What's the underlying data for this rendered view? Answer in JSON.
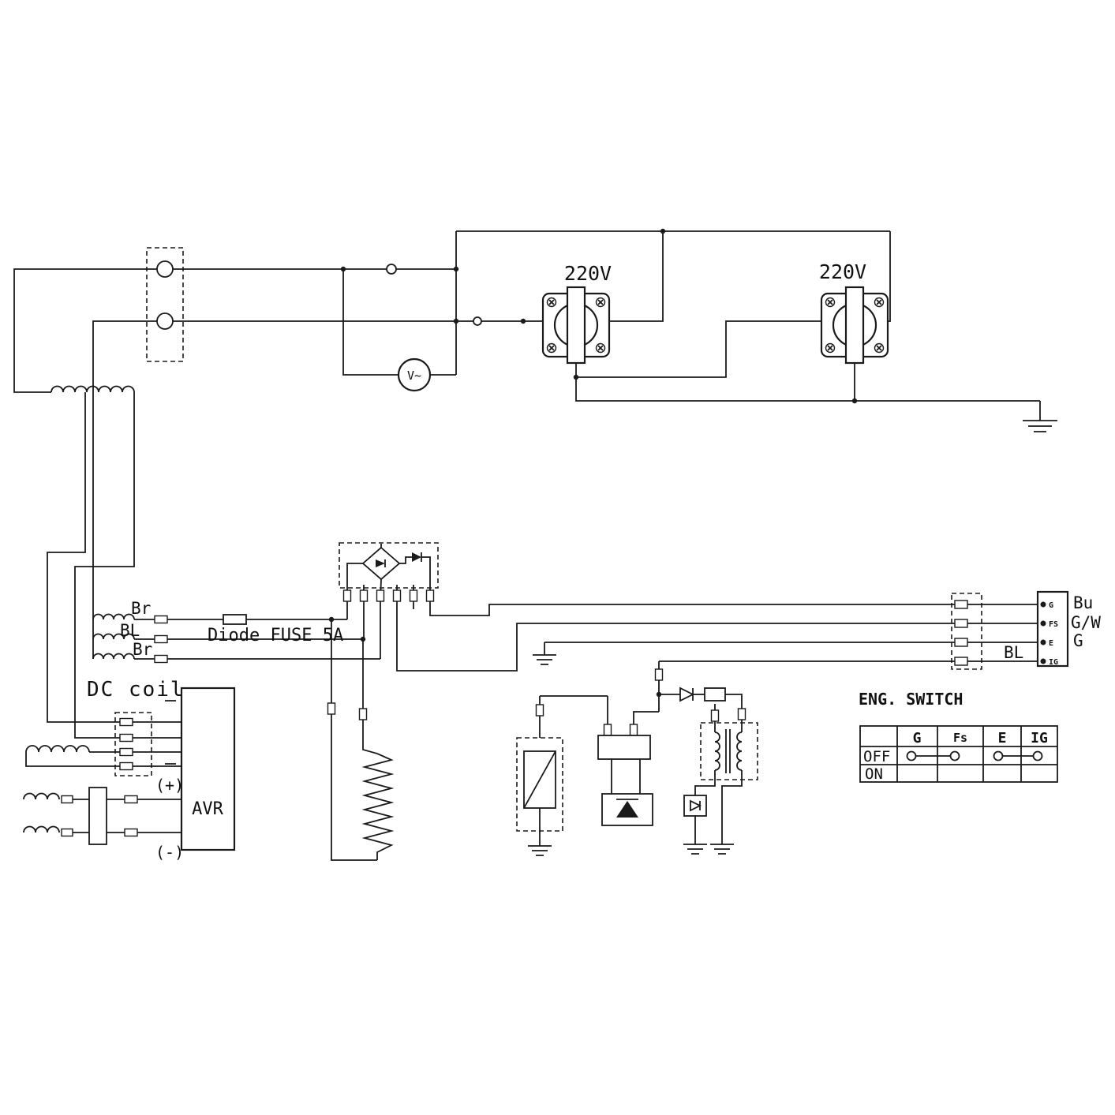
{
  "outlets": {
    "left_label": "220V",
    "right_label": "220V"
  },
  "voltmeter": {
    "label": "V~"
  },
  "stator_wires": {
    "br_top": "Br",
    "bl": "BL",
    "br_bottom": "Br"
  },
  "fuse": {
    "label": "Diode FUSE 5A"
  },
  "dc_coil": {
    "label": "DC coil"
  },
  "avr": {
    "label": "AVR",
    "positive": "(+)",
    "negative": "(-)"
  },
  "terminal_block": {
    "pin_labels": [
      "G",
      "FS",
      "E",
      "IG"
    ],
    "wire_bu": "Bu",
    "wire_gw": "G/W",
    "wire_g": "G",
    "wire_bl": "BL"
  },
  "eng_switch": {
    "title": "ENG. SWITCH",
    "col_headers": [
      "G",
      "Fs",
      "E",
      "IG"
    ],
    "row_labels": [
      "OFF",
      "ON"
    ]
  }
}
